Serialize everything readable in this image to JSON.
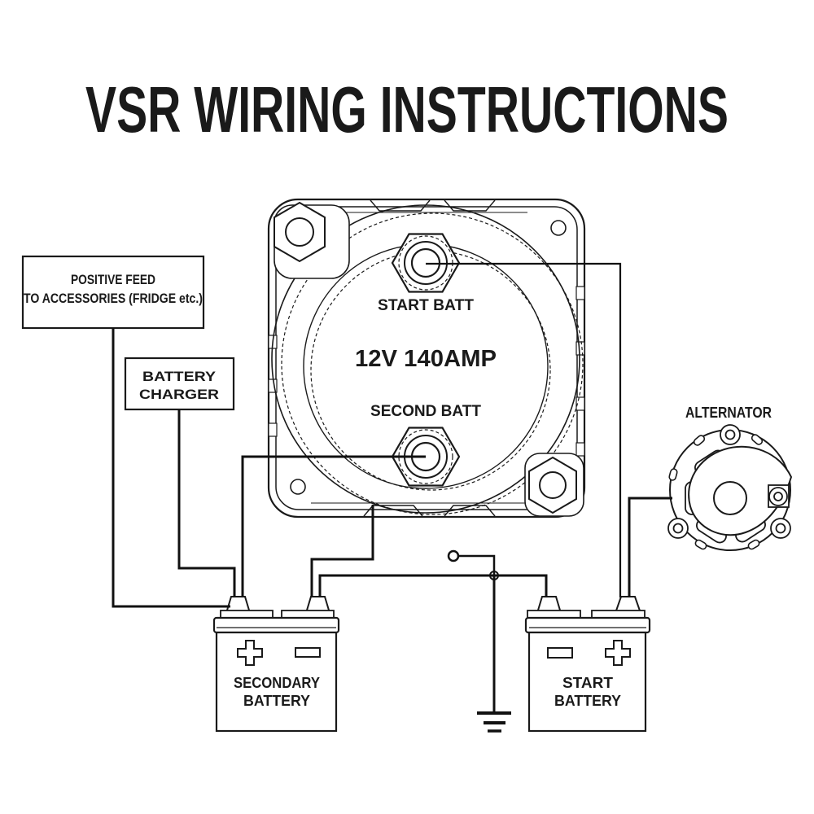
{
  "title": "VSR WIRING INSTRUCTIONS",
  "colors": {
    "title_blue": "#1d4fc5",
    "ink": "#1a1a1a"
  },
  "vsr": {
    "start_terminal": "START BATT",
    "rating": "12V 140AMP",
    "second_terminal": "SECOND BATT"
  },
  "positive_feed_box": {
    "line1": "POSITIVE FEED",
    "line2": "TO ACCESSORIES (FRIDGE etc.)"
  },
  "battery_charger_box": {
    "line1": "BATTERY",
    "line2": "CHARGER"
  },
  "alternator": {
    "label": "ALTERNATOR"
  },
  "secondary_battery": {
    "line1": "SECONDARY",
    "line2": "BATTERY"
  },
  "start_battery": {
    "line1": "START",
    "line2": "BATTERY"
  }
}
